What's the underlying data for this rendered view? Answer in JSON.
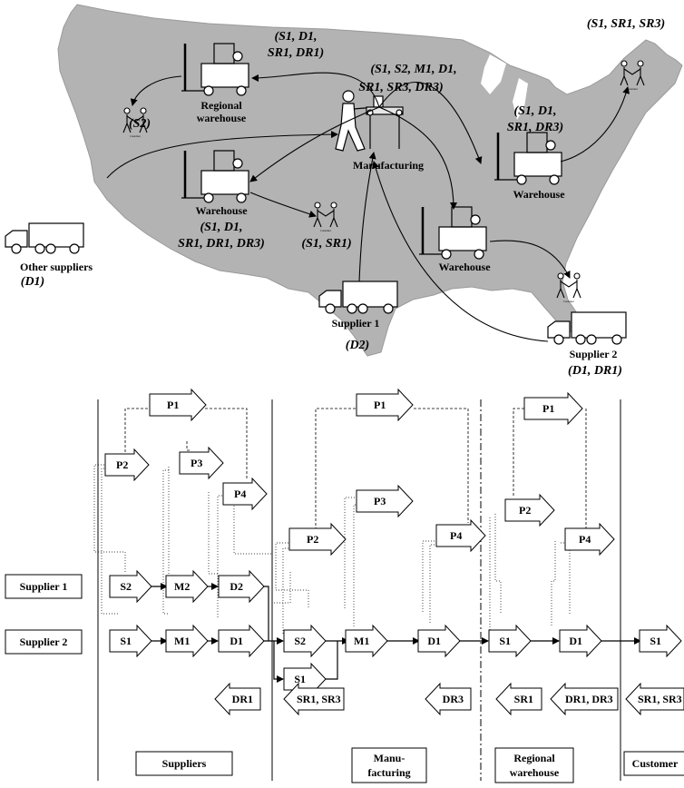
{
  "map": {
    "sites": {
      "regional_warehouse": {
        "label_lines": [
          "Regional",
          "warehouse"
        ],
        "codes_lines": [
          "(S1, D1,",
          "SR1, DR1)"
        ]
      },
      "manufacturing": {
        "label": "Manufacturing",
        "codes_lines": [
          "(S1, S2, M1, D1,",
          "SR1, SR3, DR3)"
        ]
      },
      "warehouse_west": {
        "label": "Warehouse",
        "codes_lines": [
          "(S1, D1,",
          "SR1, DR1, DR3)"
        ]
      },
      "warehouse_east": {
        "label": "Warehouse",
        "codes_lines": [
          "(S1, D1,",
          "SR1, DR3)"
        ]
      },
      "warehouse_south": {
        "label": "Warehouse"
      },
      "other_suppliers": {
        "label": "Other suppliers",
        "codes": "(D1)"
      },
      "supplier1": {
        "label": "Supplier 1",
        "codes": "(D2)"
      },
      "supplier2": {
        "label": "Supplier 2",
        "codes": "(D1, DR1)"
      },
      "customer_nw_codes": "(S2)",
      "customer_mid_codes": "(S1, SR1)",
      "customer_ne_codes": "(S1, SR1, SR3)",
      "customer_caption": "Customer"
    }
  },
  "flow": {
    "row_labels": {
      "supplier1": "Supplier 1",
      "supplier2": "Supplier 2"
    },
    "columns": {
      "suppliers": "Suppliers",
      "manufacturing_lines": [
        "Manu-",
        "facturing"
      ],
      "regional_warehouse_lines": [
        "Regional",
        "warehouse"
      ],
      "customer": "Customer"
    },
    "suppliers": {
      "plan": [
        "P1",
        "P2",
        "P3",
        "P4"
      ],
      "exec": [
        "S2",
        "M2",
        "D2",
        "S1",
        "M1",
        "D1"
      ],
      "return": "DR1"
    },
    "manufacturing": {
      "plan": [
        "P2",
        "P1",
        "P3",
        "P4"
      ],
      "exec": [
        "S2",
        "S1",
        "M1",
        "D1"
      ],
      "return_left": "SR1, SR3",
      "return_right": "DR3"
    },
    "regional": {
      "plan": [
        "P1",
        "P2",
        "P4"
      ],
      "exec": [
        "S1",
        "D1"
      ],
      "return_left": "SR1",
      "return_right": "DR1, DR3"
    },
    "customer": {
      "exec": "S1",
      "return": "SR1, SR3"
    }
  }
}
